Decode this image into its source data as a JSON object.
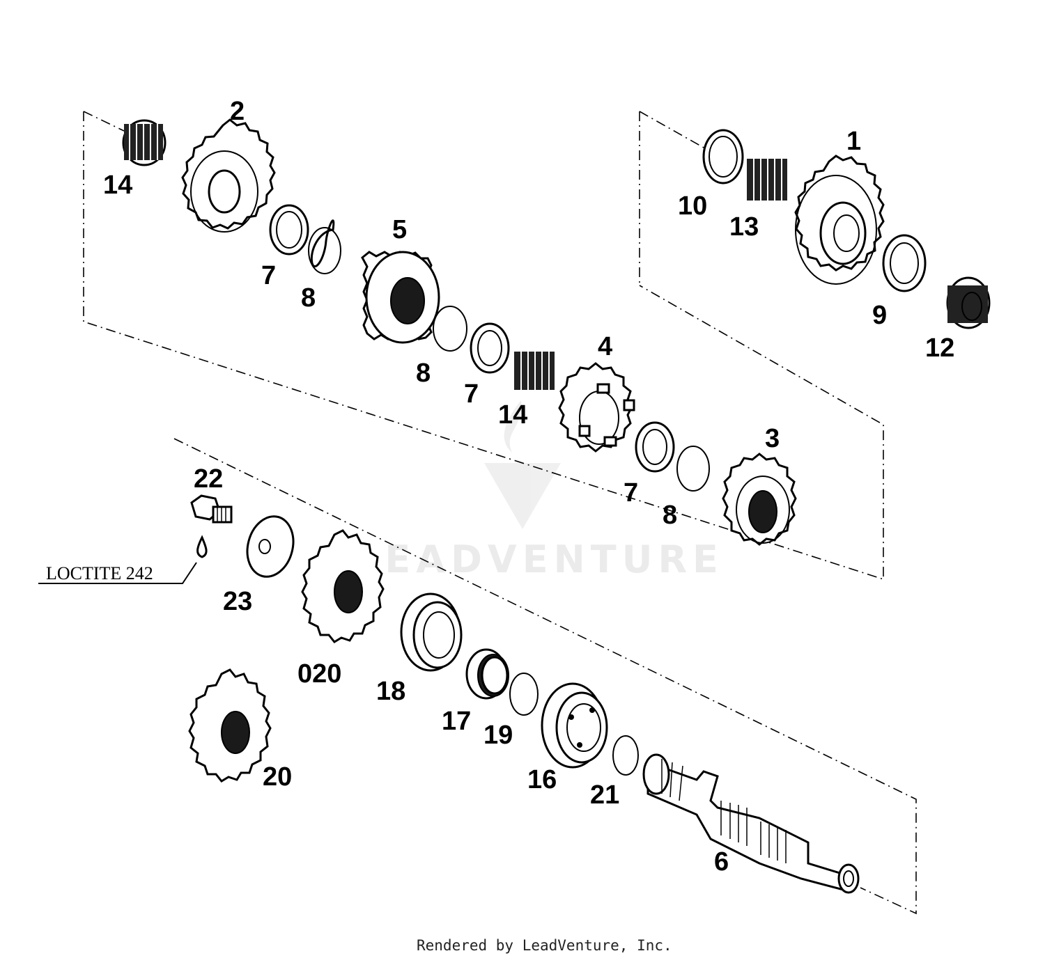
{
  "diagram": {
    "callouts": {
      "p1": "1",
      "p2": "2",
      "p3": "3",
      "p4": "4",
      "p5": "5",
      "p6": "6",
      "p7a": "7",
      "p7b": "7",
      "p7c": "7",
      "p8a": "8",
      "p8b": "8",
      "p8c": "8",
      "p9": "9",
      "p10": "10",
      "p12": "12",
      "p13": "13",
      "p14a": "14",
      "p14b": "14",
      "p16": "16",
      "p17": "17",
      "p18": "18",
      "p19": "19",
      "p20": "20",
      "p020": "020",
      "p21": "21",
      "p22": "22",
      "p23": "23"
    },
    "loctite_label": "LOCTITE 242",
    "watermark": "LEADVENTURE",
    "footer": "Rendered by LeadVenture, Inc."
  }
}
